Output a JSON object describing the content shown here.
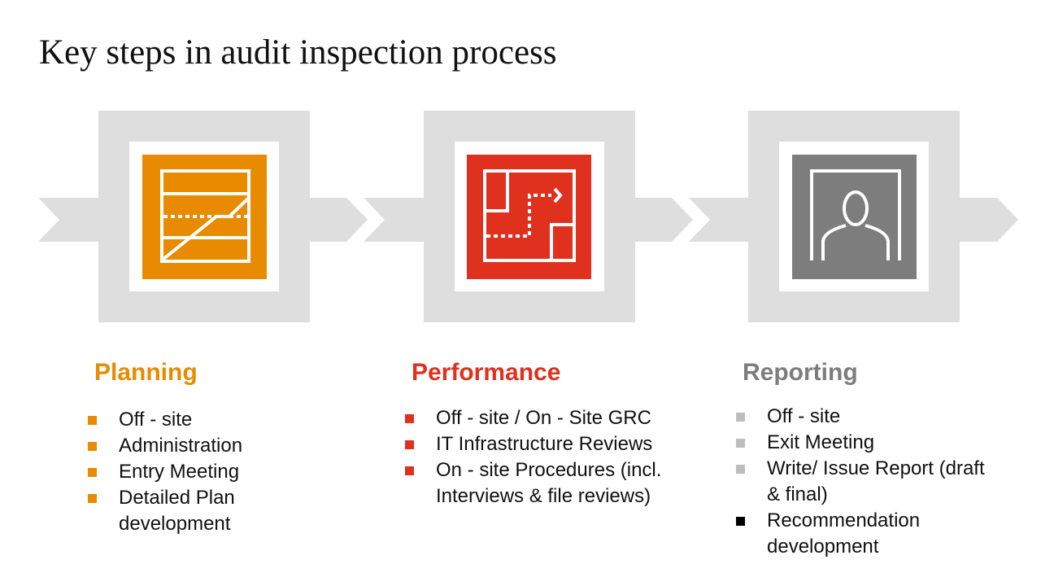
{
  "title": "Key steps in audit inspection process",
  "colors": {
    "planning": "#E88B00",
    "performance": "#E0301E",
    "reporting": "#7D7D7D",
    "chevron": "#DEDEDE",
    "reporting_bullet": "#BDBDBD",
    "black_bullet": "#000000"
  },
  "steps": [
    {
      "name": "Planning",
      "icon": "planning-chart-icon",
      "items": [
        "Off - site",
        "Administration",
        "Entry Meeting",
        "Detailed Plan development"
      ]
    },
    {
      "name": "Performance",
      "icon": "floorplan-route-icon",
      "items": [
        "Off - site / On - Site GRC",
        "IT Infrastructure Reviews",
        "On - site Procedures (incl. Interviews & file reviews)"
      ]
    },
    {
      "name": "Reporting",
      "icon": "person-icon",
      "items": [
        "Off - site",
        "Exit Meeting",
        "Write/ Issue Report (draft & final)",
        "Recommendation development"
      ]
    }
  ]
}
